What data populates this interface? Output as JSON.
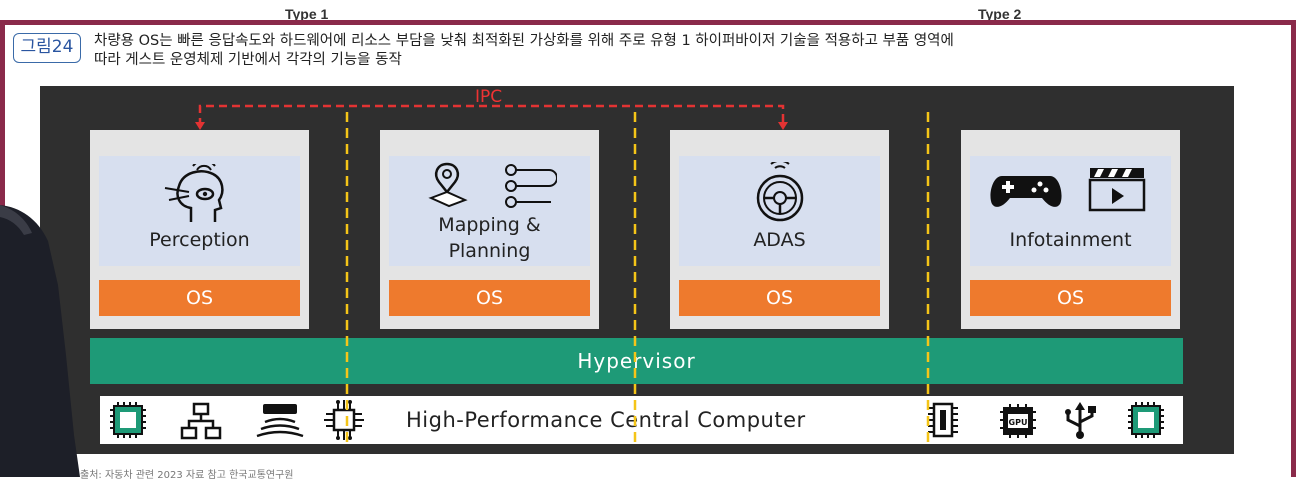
{
  "header": {
    "type1": "Type 1",
    "type2": "Type 2"
  },
  "figure": {
    "badge": "그림24",
    "caption_line1": "차량용 OS는 빠른 응답속도와 하드웨어에 리소스 부담을 낮춰 최적화된 가상화를 위해 주로 유형 1 하이퍼바이저 기술을 적용하고 부품 영역에",
    "caption_line2": "따라 게스트 운영체제 기반에서 각각의 기능을 동작"
  },
  "diagram": {
    "ipc_label": "IPC",
    "modules": [
      {
        "label_line1": "Perception",
        "label_line2": "",
        "os": "OS",
        "icon": "perception-head-icon"
      },
      {
        "label_line1": "Mapping &",
        "label_line2": "Planning",
        "os": "OS",
        "icon": "map-route-icon"
      },
      {
        "label_line1": "ADAS",
        "label_line2": "",
        "os": "OS",
        "icon": "steering-wheel-icon"
      },
      {
        "label_line1": "Infotainment",
        "label_line2": "",
        "os": "OS",
        "icon": "gamepad-clapperboard-icon"
      }
    ],
    "hypervisor": "Hypervisor",
    "hpcc": "High-Performance Central Computer",
    "hardware_icons_left": [
      "chip-icon",
      "network-icon",
      "radar-sensor-icon",
      "processor-icon"
    ],
    "hardware_icons_right": [
      "memory-icon",
      "gpu-icon",
      "usb-icon",
      "chip-icon"
    ],
    "gpu_text": "GPU",
    "colors": {
      "background": "#2f2f2f",
      "card": "#d7dfef",
      "os": "#ee7a2d",
      "hypervisor": "#1e9a77",
      "ipc": "#e33333",
      "divider": "#f5c518"
    }
  },
  "footer": {
    "source": "출처: 자동차 관련 2023 자료 참고 한국교통연구원"
  }
}
